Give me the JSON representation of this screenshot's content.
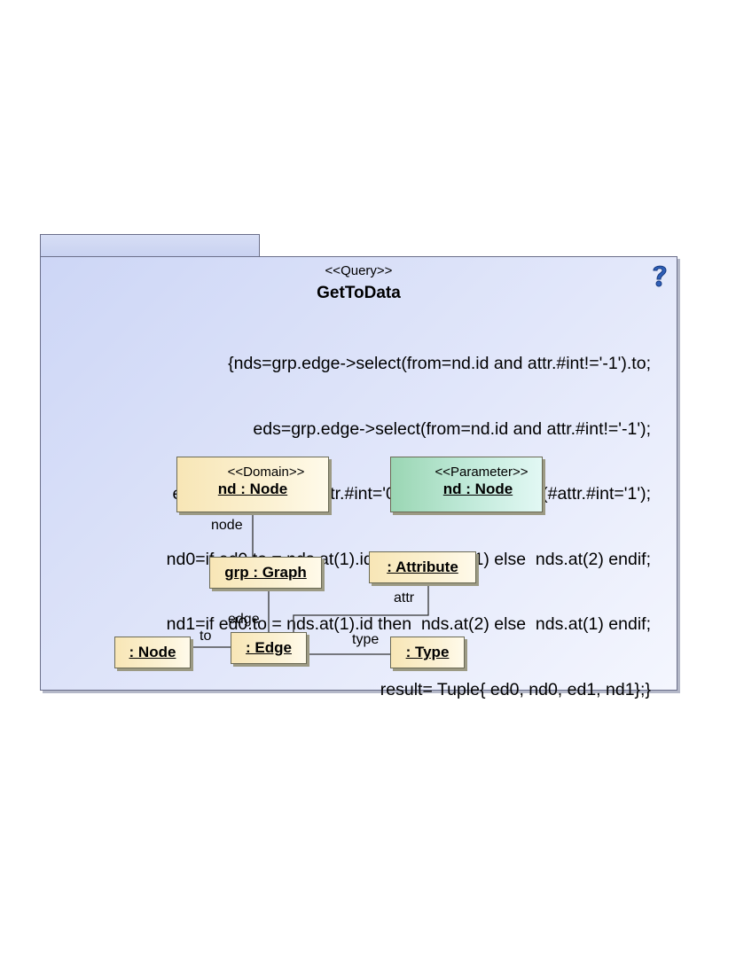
{
  "query": {
    "stereotype": "<<Query>>",
    "name": "GetToData",
    "ocl_lines": [
      "{nds=grp.edge->select(from=nd.id and attr.#int!='-1').to;",
      "eds=grp.edge->select(from=nd.id and attr.#int!='-1');",
      "ed0=eds->select(#attr.#int='0'); ed1=eds->select(#attr.#int='1');",
      "nd0=if ed0.to = nds.at(1).id then  nds.at(1) else  nds.at(2) endif;",
      "nd1=if ed0.to = nds.at(1).id then  nds.at(2) else  nds.at(1) endif;",
      "result= Tuple{ ed0, nd0, ed1, nd1};}"
    ]
  },
  "objects": {
    "domain": {
      "stereotype": "<<Domain>>",
      "name": "nd : Node"
    },
    "parameter": {
      "stereotype": "<<Parameter>>",
      "name": "nd : Node"
    },
    "graph": {
      "name": "grp : Graph"
    },
    "attribute": {
      "name": ": Attribute"
    },
    "edge": {
      "name": ": Edge"
    },
    "node": {
      "name": ": Node"
    },
    "type": {
      "name": ": Type"
    }
  },
  "links": {
    "node": "node",
    "edge": "edge",
    "attr": "attr",
    "to": "to",
    "type": "type"
  },
  "colors": {
    "package_fill": "#cdd6f6",
    "object_yellow": "#f8e6b6",
    "object_green": "#9ad6b3",
    "help_icon": "#2f5fb7"
  },
  "icons": {
    "help": "help-question-icon"
  }
}
